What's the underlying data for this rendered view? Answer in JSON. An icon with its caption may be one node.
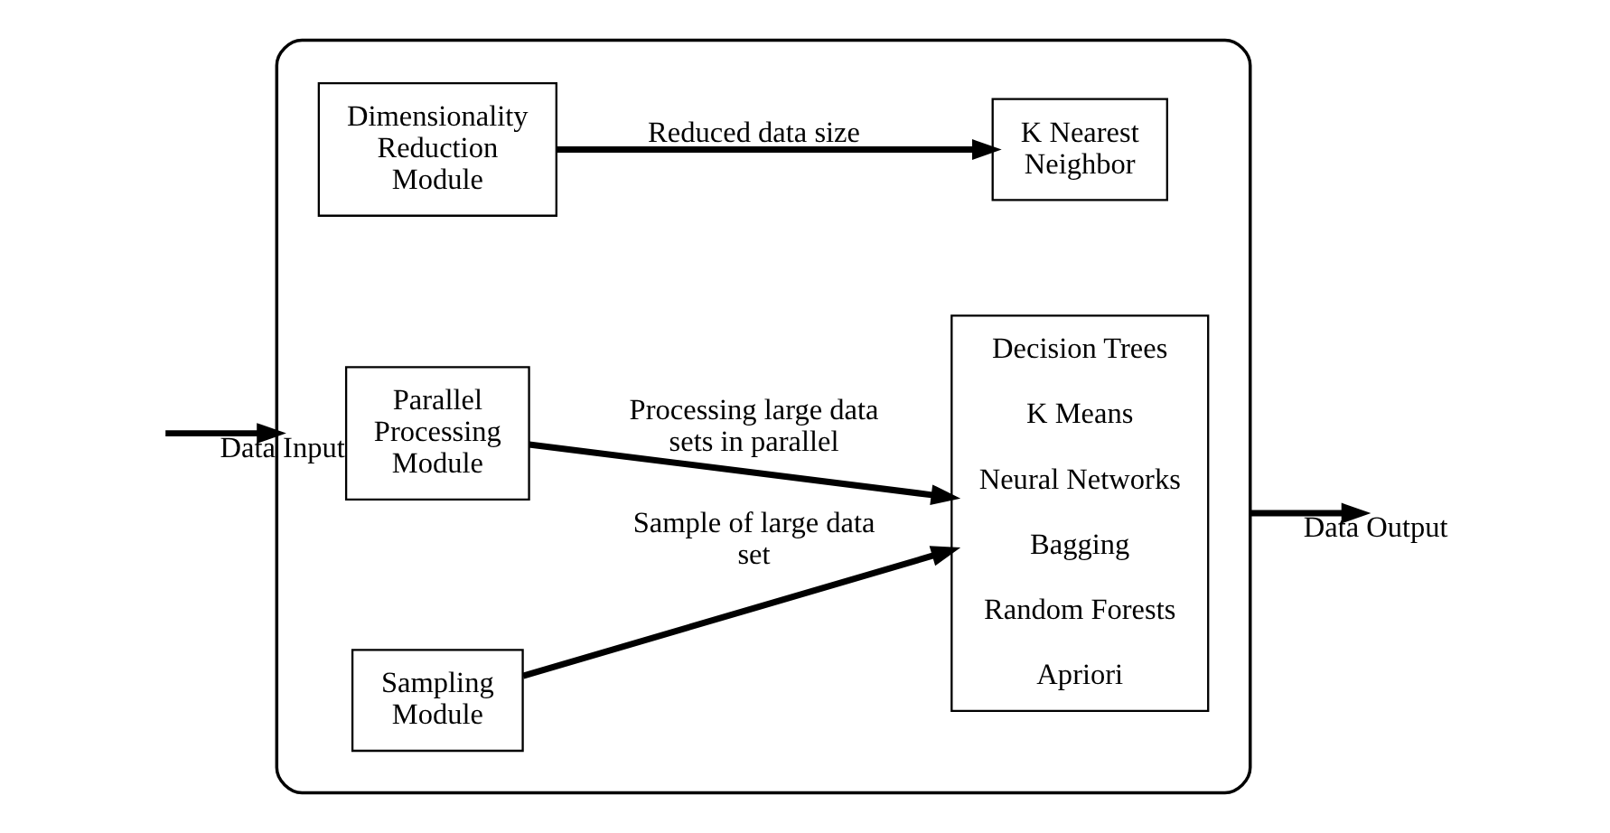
{
  "diagram": {
    "nodes": [
      {
        "text": [],
        "shape": "box"
      },
      {
        "text": [
          "Dimensionality Reduction Module"
        ],
        "in": 0
      },
      {
        "text": [
          "K Nearest Neighbor"
        ],
        "in": 0
      },
      {
        "text": [
          "Parallel Processing Module"
        ],
        "in": 0
      },
      {
        "text": [
          "Sampling Module"
        ],
        "in": 0
      },
      {
        "text": [
          "Decision Trees",
          "K Means",
          "Neural Networks",
          "Bagging",
          "Random Forests",
          "Apriori"
        ],
        "in": 0
      }
    ],
    "edges": [
      {
        "from": null,
        "to": 0,
        "arrow": "to",
        "label": "Data Input"
      },
      {
        "from": 1,
        "to": 2,
        "arrow": "to",
        "label": "Reduced data size"
      },
      {
        "from": 3,
        "to": 5,
        "arrow": "to",
        "label": "Processing large data sets in parallel"
      },
      {
        "from": 4,
        "to": 5,
        "arrow": "to",
        "label": "Sample of large data set"
      },
      {
        "from": 0,
        "to": null,
        "arrow": "to",
        "label": "Data Output"
      }
    ]
  }
}
